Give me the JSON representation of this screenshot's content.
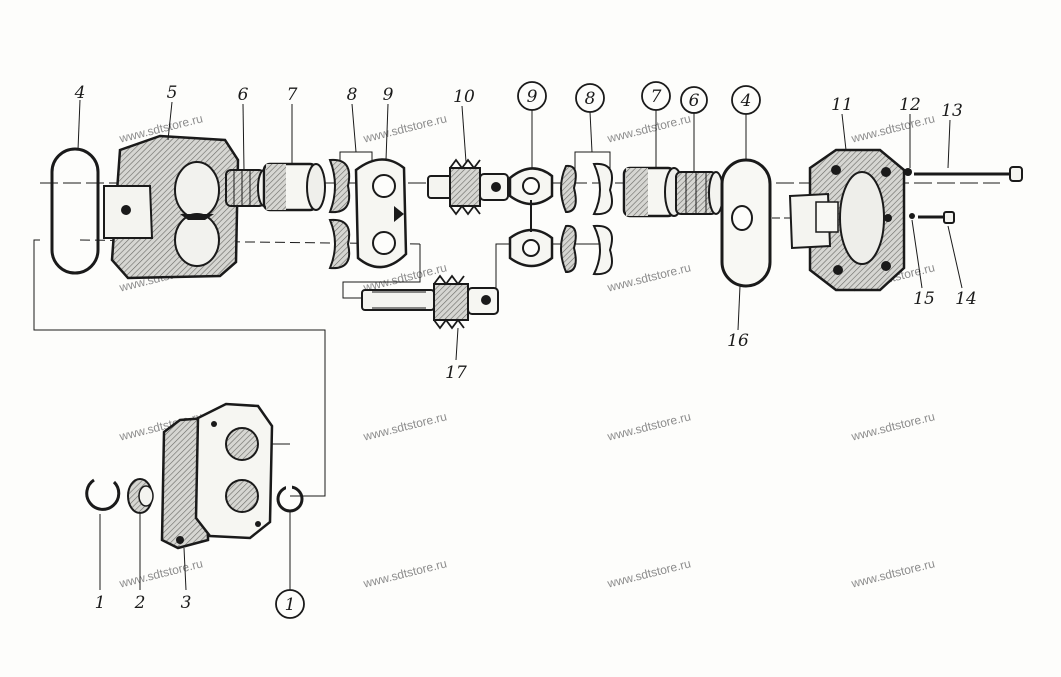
{
  "watermark": "www.sdtstore.ru",
  "labels": {
    "n1": "1",
    "n1c": "1",
    "n2": "2",
    "n3": "3",
    "n4": "4",
    "n4c": "4",
    "n5": "5",
    "n6": "6",
    "n6c": "6",
    "n7": "7",
    "n7c": "7",
    "n8": "8",
    "n8c": "8",
    "n9": "9",
    "n9c": "9",
    "n10": "10",
    "n11": "11",
    "n12": "12",
    "n13": "13",
    "n14": "14",
    "n15": "15",
    "n16": "16",
    "n17": "17"
  },
  "colors": {
    "ink": "#1a1a1a",
    "paper": "#fdfdfb",
    "watermark": "#8d8d8d"
  }
}
